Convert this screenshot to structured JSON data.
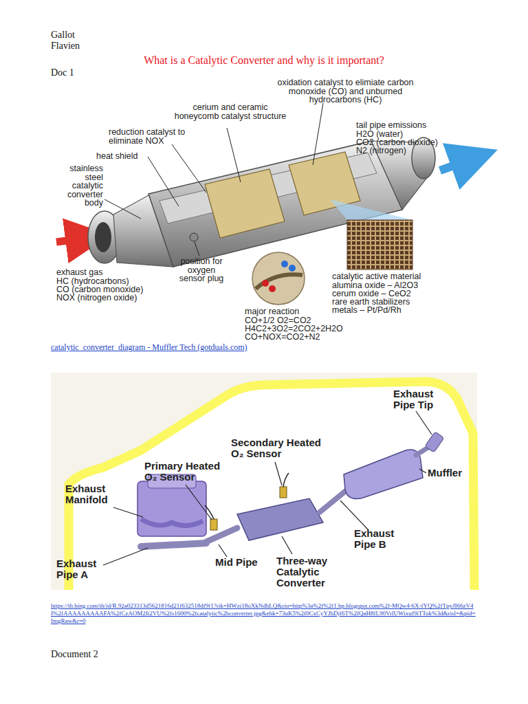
{
  "diagram": {
    "title": "What is a Catalytic Converter and why is it important?",
    "labels": [
      "Gallot",
      "Flavien",
      "Doc 1",
      "oxidation catalyst to elimiate carbon monoxide (CO) and unburned hydrocarbons (HC)",
      "cerium and ceramic honeycomb catalyst structure",
      "reduction catalyst to eliminate NOX",
      "heat shield",
      "stainless steel catalytic converter body",
      "tail pipe emissions",
      "H2O (water)",
      "CO2 (carbon dioxide)",
      "N2 (nitrogen)",
      "exhaust gas",
      "HC (hydrocarbons)",
      "CO (carbon monoxide)",
      "NOX (nitrogen oxide)",
      "position for oxygen sensor plug",
      "catalytic active material",
      "alumina oxide – Al2O3",
      "cerum oxide – CeO2",
      "rare earth stabilizers",
      "metals – Pt/Pd/Rh",
      "major reaction",
      "CO+1/2 O2=CO2",
      "H4C2+3O2=2CO2+2H2O",
      "CO+NOX=CO2+N2",
      "catalytic_converter_diagram - Muffler Tech (gotduals.com)",
      "Exhaust Pipe Tip",
      "Secondary Heated O₂ Sensor",
      "Primary Heated O₂ Sensor",
      "Muffler",
      "Exhaust Manifold",
      "Exhaust Pipe B",
      "Exhaust Pipe A",
      "Mid Pipe",
      "Three-way Catalytic Converter",
      "https://th.bing.com/th/id/R.92a023313d5621816d21f632518df9f1?rik=HWzi18oXkNdhLQ&riu=http%3a%2f%2f1.bp.blogspot.com%2f-MQw4-6X-fYQ%2fTpyJI66zV4I%2fAAAAAAAAAFA%2fCzAOM2It2VU%2fs1600%2fcatalytic%2bconverter.jpg&ehk=73uK5%2f0CxCyYJhDjf6T%2fQaH8fL90VrlUWixuf9iTTok%3d&risl=&pid=ImgRaw&r=0",
      "Document 2"
    ]
  }
}
